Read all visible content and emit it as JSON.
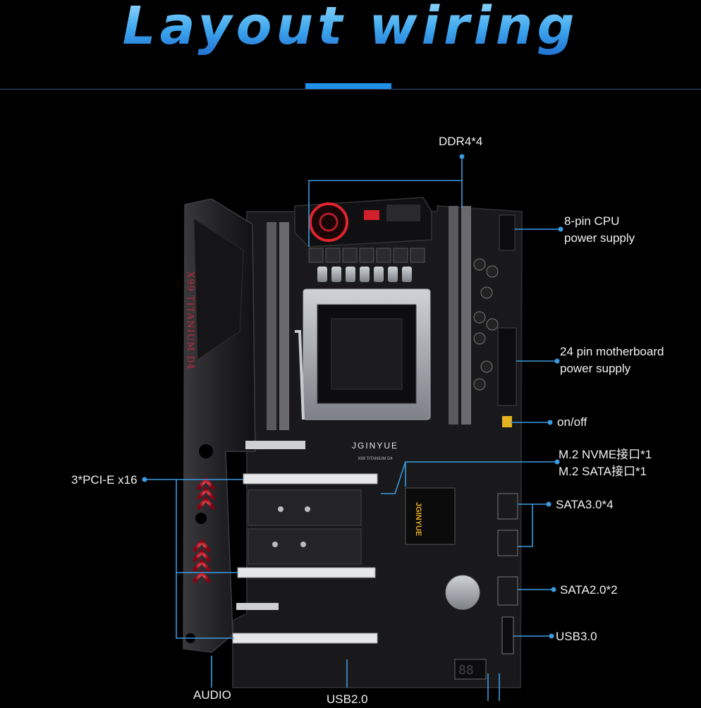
{
  "title": "Layout wiring",
  "board": {
    "brand": "JGINYUE",
    "model": "X99 TITANIUM D4",
    "heatsink_text": "X99 TITANIUM D4",
    "chip_text": "JGINYUE"
  },
  "labels": {
    "ddr4": "DDR4*4",
    "cpu_power": [
      "8-pin CPU",
      "power supply"
    ],
    "mb_power": [
      "24 pin motherboard",
      "power supply"
    ],
    "onoff": "on/off",
    "m2": [
      "M.2 NVME接口*1",
      "M.2 SATA接口*1"
    ],
    "pcie": "3*PCI-E x16",
    "sata3": "SATA3.0*4",
    "sata2": "SATA2.0*2",
    "usb3": "USB3.0",
    "audio": "AUDIO",
    "usb2": "USB2.0"
  },
  "colors": {
    "accent": "#1e90e8",
    "leader": "#3a9be0",
    "red_led": "#ff2a3a",
    "pcb": "#1a1a1c"
  }
}
